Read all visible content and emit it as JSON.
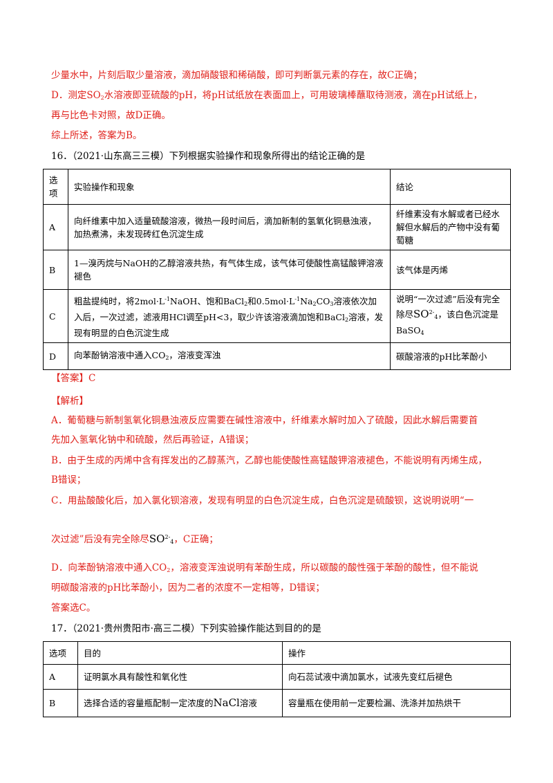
{
  "top": {
    "line1": "少量水中，片刻后取少量溶液，滴加硝酸银和稀硝酸，即可判断氯元素的存在，故C正确；",
    "line2_a": "D．测定SO",
    "line2_sub": "2",
    "line2_b": "水溶液即亚硫酸的pH，将pH试纸放在表面皿上，可用玻璃棒蘸取待测液，滴在pH试纸上，",
    "line3": "再与比色卡对照，故D正确。",
    "line4": "综上所述，答案为B。"
  },
  "q16": {
    "title": "16．（2021·山东高三三模）下列根据实验操作和现象所得出的结论正确的是",
    "headers": [
      "选项",
      "实验操作和现象",
      "结论"
    ],
    "rows": [
      {
        "opt": "A",
        "op": "向纤维素中加入适量硫酸溶液，微热一段时间后，滴加新制的氢氧化铜悬浊液，加热煮沸，未发现砖红色沉淀生成",
        "con": "纤维素没有水解或者已经水解但水解后的产物中没有葡萄糖"
      },
      {
        "opt": "B",
        "op": "1—溴丙烷与NaOH的乙醇溶液共热，有气体生成，该气体可使酸性高锰酸钾溶液褪色",
        "con": "该气体是丙烯"
      },
      {
        "opt": "C",
        "op_a": "粗盐提纯时，将2mol·L",
        "op_b": "NaOH、饱和BaCl",
        "op_c": "和0.5mol·L",
        "op_d": "Na",
        "op_e": "CO",
        "op_f": "溶液依次加入后，一次过滤，滤液用HCl调至pH<3，取少许该溶液滴加饱和BaCl",
        "op_g": "溶液，发现有明显的白色沉淀生成",
        "con_a": "说明“一次过滤”后没有完全除尽",
        "con_b": "，该白色沉淀是BaSO",
        "con_c": "4"
      },
      {
        "opt": "D",
        "op_a": "向苯酚钠溶液中通入CO",
        "op_b": "，溶液变浑浊",
        "con": "碳酸溶液的pH比苯酚小"
      }
    ],
    "sup_neg1": "-1",
    "sub2": "2",
    "sub3": "3",
    "so4_main": "SO",
    "so4_sup": "2-",
    "so4_sub": "4",
    "answer": "【答案】C",
    "analysis_title": "【解析】",
    "a_line1": "A．葡萄糖与新制氢氧化铜悬浊液反应需要在碱性溶液中，纤维素水解时加入了硫酸，因此水解后需要首",
    "a_line2": "先加入氢氧化钠中和硫酸，然后再验证，A错误；",
    "b_line1": "B．由于生成的丙烯中含有挥发出的乙醇蒸汽，乙醇也能使酸性高锰酸钾溶液褪色，不能说明有丙烯生成，",
    "b_line2": "B错误；",
    "c_line1": "C．用盐酸酸化后，加入氯化钡溶液，发现有明显的白色沉淀生成，白色沉淀是硫酸钡，这说明说明“一",
    "c_line2_a": "次过滤”后没有完全除尽",
    "c_line2_b": "，C正确；",
    "d_line1_a": "D．向苯酚钠溶液中通入CO",
    "d_line1_b": "，溶液变浑浊说明有苯酚生成，所以碳酸的酸性强于苯酚的酸性，但不能说",
    "d_line2": "明碳酸溶液的pH比苯酚小，因为二者的浓度不一定相等，D错误；",
    "final": "答案选C。"
  },
  "q17": {
    "title": "17．（2021·贵州贵阳市·高三二模）下列实验操作能达到目的的是",
    "headers": [
      "选项",
      "目的",
      "操作"
    ],
    "rows": [
      {
        "opt": "A",
        "goal": "证明氯水具有酸性和氧化性",
        "op": "向石蕊试液中滴加氯水，试液先变红后褪色"
      },
      {
        "opt": "B",
        "goal_a": "选择合适的容量瓶配制一定浓度的",
        "goal_b": "NaCl",
        "goal_c": "溶液",
        "op": "容量瓶在使用前一定要检漏、洗涤并加热烘干"
      }
    ]
  },
  "colors": {
    "red": "#e0201a",
    "black": "#000000"
  }
}
